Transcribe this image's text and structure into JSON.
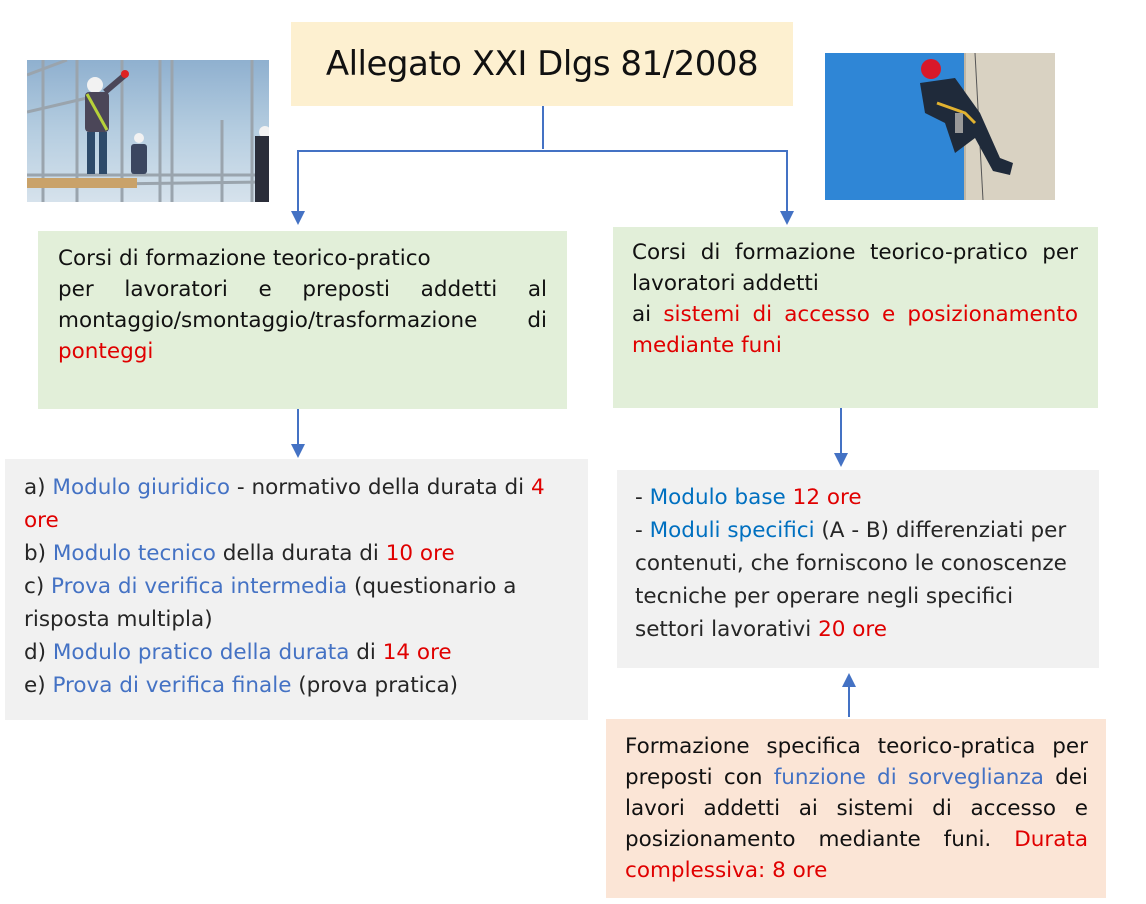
{
  "title": "Allegato XXI Dlgs 81/2008",
  "images": {
    "left": {
      "description": "scaffolding-workers-photo"
    },
    "right": {
      "description": "rope-access-worker-photo"
    }
  },
  "colors": {
    "title_bg": "#fdf0d0",
    "green_bg": "#e2efd9",
    "grey_bg": "#f1f1f1",
    "peach_bg": "#fbe5d6",
    "connector": "#4472c4",
    "highlight_red": "#e00000",
    "highlight_blue": "#4472c4"
  },
  "left_branch": {
    "header": {
      "line1": "Corsi di formazione teorico-pratico",
      "line2": "per lavoratori e preposti addetti al",
      "line3": "montaggio/smontaggio/trasformazione di",
      "highlight": "ponteggi"
    },
    "modules": [
      {
        "prefix": "a) ",
        "name": "Modulo giuridico",
        "rest": " - normativo della durata di ",
        "hours": "4 ore"
      },
      {
        "prefix": "b) ",
        "name": "Modulo tecnico",
        "rest": " della durata di ",
        "hours": "10 ore"
      },
      {
        "prefix": "c) ",
        "name": "Prova di verifica intermedia",
        "rest": " (questionario a risposta multipla)",
        "hours": ""
      },
      {
        "prefix": "d) ",
        "name": "Modulo pratico della durata",
        "rest": " di ",
        "hours": "14 ore"
      },
      {
        "prefix": "e) ",
        "name": "Prova di verifica finale",
        "rest": " (prova pratica)",
        "hours": ""
      }
    ]
  },
  "right_branch": {
    "header": {
      "text": "Corsi di formazione teorico-pratico per lavoratori addetti",
      "prefix": "ai ",
      "highlight": "sistemi di accesso e posizionamento mediante funi"
    },
    "modules": [
      {
        "prefix": "- ",
        "name": "Modulo base",
        "rest": " ",
        "hours": "12 ore"
      },
      {
        "prefix": "- ",
        "name": "Moduli specifici",
        "rest": " (A - B) differenziati per contenuti, che forniscono le conoscenze tecniche per operare negli specifici settori lavorativi ",
        "hours": "20 ore"
      }
    ],
    "supervisor": {
      "text1": "Formazione specifica teorico-pratica per preposti con ",
      "highlight_blue": "funzione di sorveglianza",
      "text2": " dei lavori addetti ai sistemi di accesso e posizionamento mediante funi. ",
      "highlight_red": "Durata complessiva: 8 ore"
    }
  }
}
